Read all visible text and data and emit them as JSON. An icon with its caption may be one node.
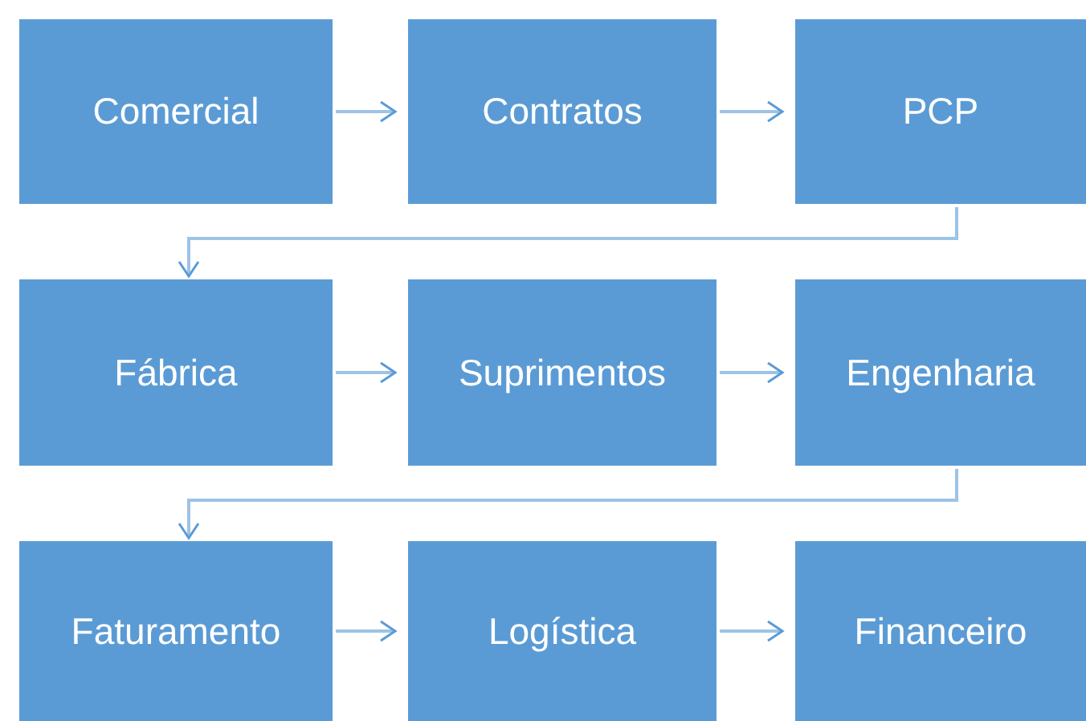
{
  "diagram": {
    "nodes": [
      {
        "text": [
          "Comercial"
        ]
      },
      {
        "text": [
          "Contratos"
        ]
      },
      {
        "text": [
          "PCP"
        ]
      },
      {
        "text": [
          "Fábrica"
        ]
      },
      {
        "text": [
          "Suprimentos"
        ]
      },
      {
        "text": [
          "Engenharia"
        ]
      },
      {
        "text": [
          "Faturamento"
        ]
      },
      {
        "text": [
          "Logística"
        ]
      },
      {
        "text": [
          "Financeiro"
        ]
      }
    ],
    "edges": [
      {
        "from": 0,
        "to": 1,
        "arrow": "to"
      },
      {
        "from": 1,
        "to": 2,
        "arrow": "to"
      },
      {
        "from": 2,
        "to": 3,
        "arrow": "to"
      },
      {
        "from": 3,
        "to": 4,
        "arrow": "to"
      },
      {
        "from": 4,
        "to": 5,
        "arrow": "to"
      },
      {
        "from": 5,
        "to": 6,
        "arrow": "to"
      },
      {
        "from": 6,
        "to": 7,
        "arrow": "to"
      },
      {
        "from": 7,
        "to": 8,
        "arrow": "to"
      }
    ]
  }
}
